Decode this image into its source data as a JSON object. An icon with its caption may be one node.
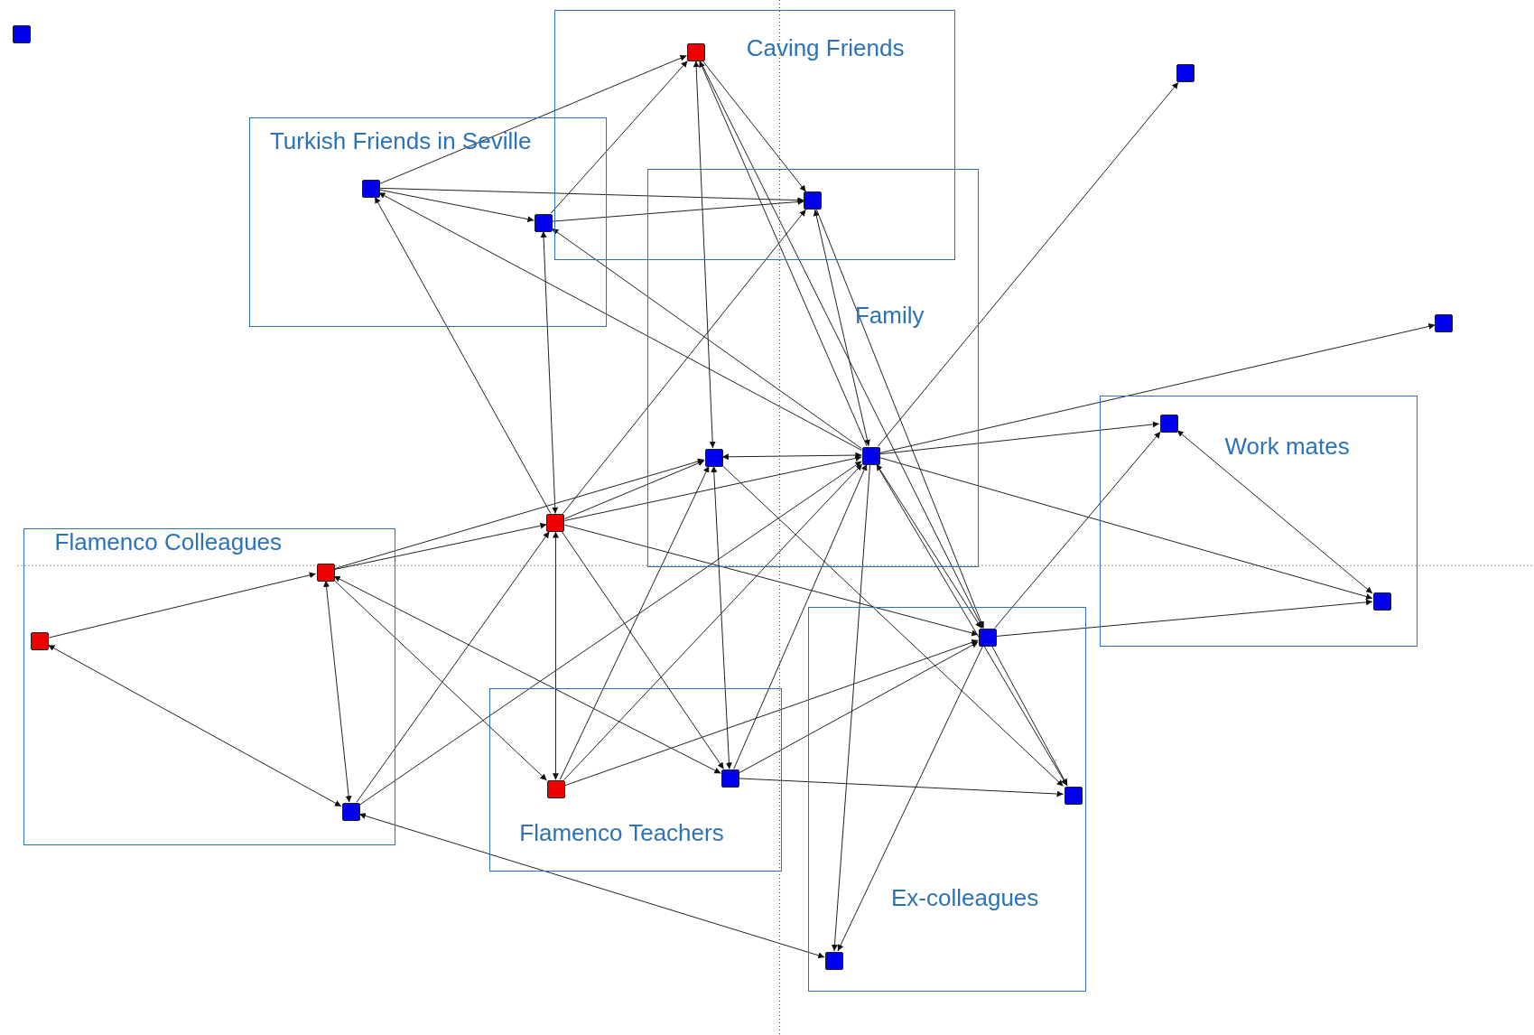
{
  "diagram": {
    "nodes": [
      {
        "text": [
          "Caving Friends"
        ]
      },
      {
        "text": [
          "Turkish Friends in Seville"
        ]
      },
      {
        "text": [
          "Family"
        ]
      },
      {
        "text": [
          "Work mates"
        ]
      },
      {
        "text": [
          "Flamenco Colleagues"
        ]
      },
      {
        "text": [
          "Flamenco Teachers"
        ]
      },
      {
        "text": [
          "Ex-colleagues"
        ]
      },
      {
        "text": [],
        "shape": "box"
      },
      {
        "text": [],
        "shape": "box",
        "in": 0
      },
      {
        "text": [],
        "shape": "box",
        "in": 1
      },
      {
        "text": [],
        "shape": "box",
        "in": 1
      },
      {
        "text": [],
        "shape": "box"
      },
      {
        "text": [],
        "shape": "box"
      },
      {
        "text": [],
        "shape": "box",
        "in": 2
      },
      {
        "text": [],
        "shape": "box",
        "in": 2
      },
      {
        "text": [],
        "shape": "box"
      },
      {
        "text": [],
        "shape": "box",
        "in": 3
      },
      {
        "text": [],
        "shape": "box"
      },
      {
        "text": [],
        "shape": "box",
        "in": 4
      },
      {
        "text": [],
        "shape": "box",
        "in": 4
      },
      {
        "text": [],
        "shape": "box",
        "in": 3
      },
      {
        "text": [],
        "shape": "box",
        "in": 6
      },
      {
        "text": [],
        "shape": "box",
        "in": 5
      },
      {
        "text": [],
        "shape": "box",
        "in": 5
      },
      {
        "text": [],
        "shape": "box",
        "in": 6
      },
      {
        "text": [],
        "shape": "box",
        "in": 4
      },
      {
        "text": [],
        "shape": "box",
        "in": 6
      }
    ],
    "edges": [
      {
        "from": 9,
        "to": 8,
        "arrow": "to"
      },
      {
        "from": 10,
        "to": 8,
        "arrow": "to"
      },
      {
        "from": 9,
        "to": 10,
        "arrow": "to"
      },
      {
        "from": 9,
        "to": 11,
        "arrow": "to"
      },
      {
        "from": 10,
        "to": 11,
        "arrow": "to"
      },
      {
        "from": 8,
        "to": 11,
        "arrow": "to"
      },
      {
        "from": 8,
        "to": 13,
        "arrow": "both"
      },
      {
        "from": 14,
        "to": 8,
        "arrow": "to"
      },
      {
        "from": 14,
        "to": 11,
        "arrow": "both"
      },
      {
        "from": 17,
        "to": 9,
        "arrow": "to"
      },
      {
        "from": 17,
        "to": 10,
        "arrow": "both"
      },
      {
        "from": 14,
        "to": 9,
        "arrow": "to"
      },
      {
        "from": 14,
        "to": 10,
        "arrow": "to"
      },
      {
        "from": 17,
        "to": 11,
        "arrow": "to"
      },
      {
        "from": 14,
        "to": 12,
        "arrow": "to"
      },
      {
        "from": 14,
        "to": 15,
        "arrow": "to"
      },
      {
        "from": 14,
        "to": 16,
        "arrow": "to"
      },
      {
        "from": 14,
        "to": 20,
        "arrow": "to"
      },
      {
        "from": 13,
        "to": 14,
        "arrow": "both"
      },
      {
        "from": 17,
        "to": 13,
        "arrow": "to"
      },
      {
        "from": 17,
        "to": 14,
        "arrow": "to"
      },
      {
        "from": 18,
        "to": 17,
        "arrow": "to"
      },
      {
        "from": 18,
        "to": 13,
        "arrow": "to"
      },
      {
        "from": 19,
        "to": 18,
        "arrow": "to"
      },
      {
        "from": 19,
        "to": 25,
        "arrow": "both"
      },
      {
        "from": 18,
        "to": 25,
        "arrow": "both"
      },
      {
        "from": 18,
        "to": 23,
        "arrow": "both"
      },
      {
        "from": 18,
        "to": 22,
        "arrow": "to"
      },
      {
        "from": 25,
        "to": 17,
        "arrow": "to"
      },
      {
        "from": 25,
        "to": 14,
        "arrow": "to"
      },
      {
        "from": 25,
        "to": 26,
        "arrow": "both"
      },
      {
        "from": 17,
        "to": 22,
        "arrow": "both"
      },
      {
        "from": 17,
        "to": 23,
        "arrow": "to"
      },
      {
        "from": 17,
        "to": 21,
        "arrow": "to"
      },
      {
        "from": 13,
        "to": 23,
        "arrow": "both"
      },
      {
        "from": 13,
        "to": 24,
        "arrow": "to"
      },
      {
        "from": 22,
        "to": 13,
        "arrow": "to"
      },
      {
        "from": 22,
        "to": 14,
        "arrow": "to"
      },
      {
        "from": 22,
        "to": 21,
        "arrow": "to"
      },
      {
        "from": 23,
        "to": 14,
        "arrow": "to"
      },
      {
        "from": 23,
        "to": 21,
        "arrow": "to"
      },
      {
        "from": 23,
        "to": 24,
        "arrow": "to"
      },
      {
        "from": 14,
        "to": 21,
        "arrow": "both"
      },
      {
        "from": 14,
        "to": 26,
        "arrow": "to"
      },
      {
        "from": 11,
        "to": 21,
        "arrow": "to"
      },
      {
        "from": 8,
        "to": 21,
        "arrow": "to"
      },
      {
        "from": 21,
        "to": 26,
        "arrow": "to"
      },
      {
        "from": 21,
        "to": 24,
        "arrow": "to"
      },
      {
        "from": 21,
        "to": 16,
        "arrow": "to"
      },
      {
        "from": 21,
        "to": 20,
        "arrow": "to"
      },
      {
        "from": 16,
        "to": 20,
        "arrow": "both"
      },
      {
        "from": 14,
        "to": 24,
        "arrow": "to"
      }
    ]
  }
}
